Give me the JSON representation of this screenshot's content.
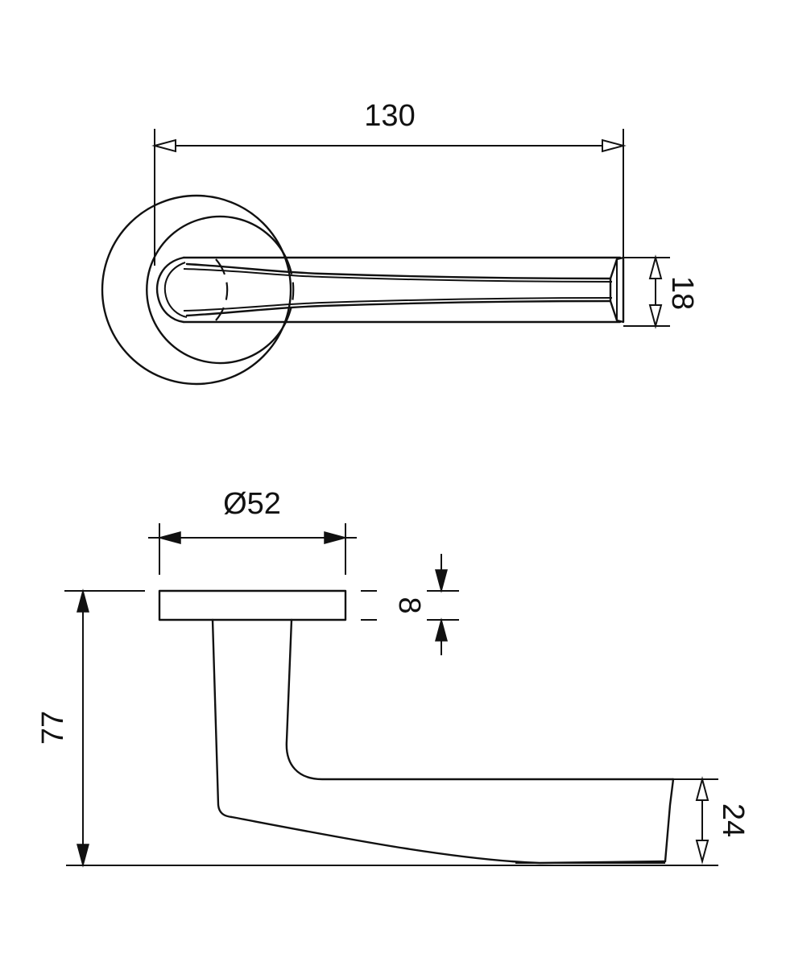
{
  "dimensions": {
    "length": "130",
    "width": "18",
    "rose_diameter": "Ø52",
    "rose_thickness": "8",
    "projection": "77",
    "lever_height": "24"
  },
  "colors": {
    "line": "#111111",
    "background": "#ffffff"
  }
}
